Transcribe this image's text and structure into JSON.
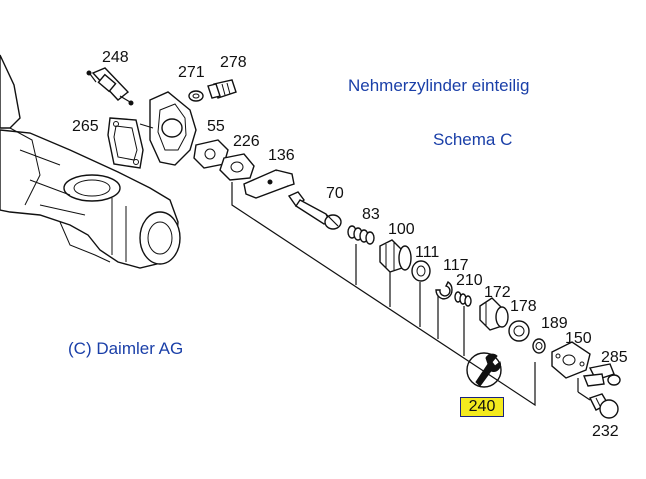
{
  "colors": {
    "caption_text": "#1a3fa8",
    "badge_fill": "#f4ea1e",
    "line": "#111111"
  },
  "captions": {
    "title": "Nehmerzylinder einteilig",
    "scheme": "Schema C",
    "copyright": "(C) Daimler AG"
  },
  "part_numbers": {
    "p248": "248",
    "p278": "278",
    "p271": "271",
    "p265": "265",
    "p55": "55",
    "p226": "226",
    "p136": "136",
    "p70": "70",
    "p83": "83",
    "p100": "100",
    "p111": "111",
    "p117": "117",
    "p210": "210",
    "p172": "172",
    "p178": "178",
    "p189": "189",
    "p150": "150",
    "p285": "285",
    "p240": "240",
    "p232": "232"
  }
}
